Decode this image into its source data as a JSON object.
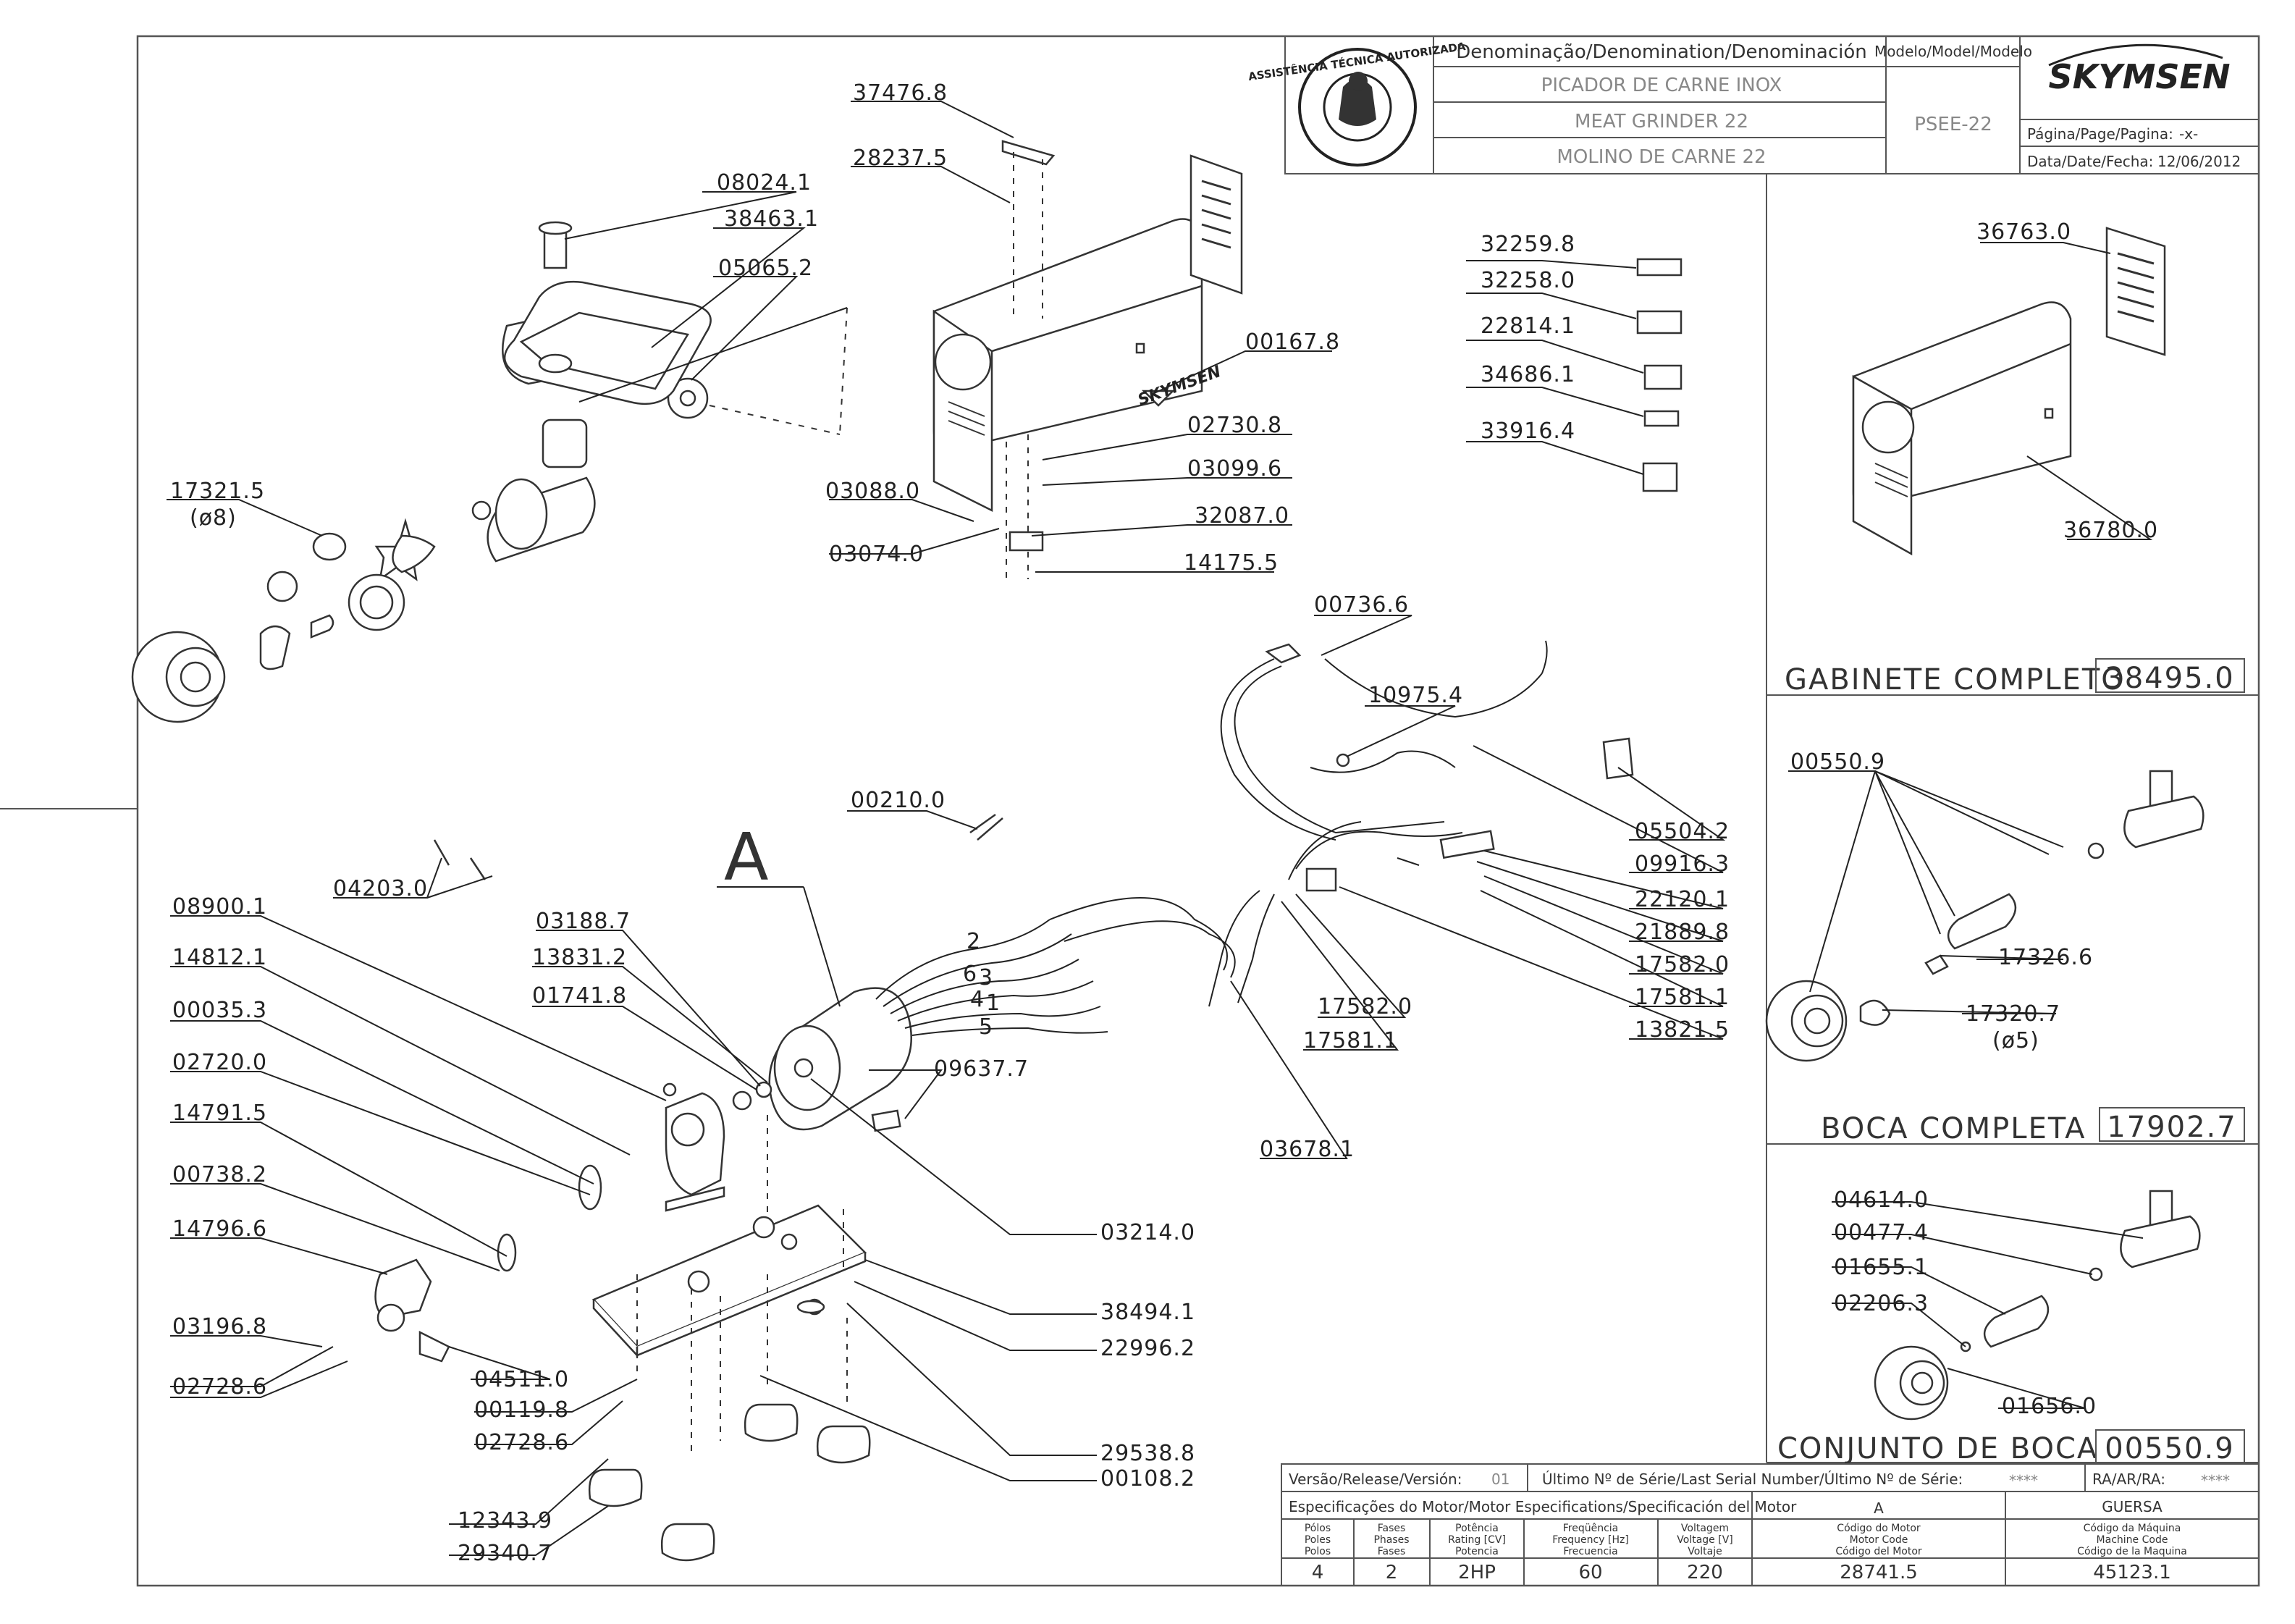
{
  "title_block": {
    "denomination_header": "Denominação/Denomination/Denominación",
    "name_pt": "PICADOR DE CARNE INOX",
    "name_en": "MEAT GRINDER 22",
    "name_es": "MOLINO DE CARNE 22",
    "model_header": "Modelo/Model/Modelo",
    "model": "PSEE-22",
    "brand": "SKYMSEN",
    "page_label": "Página/Page/Pagina:",
    "page_value": "-x-",
    "date_label": "Data/Date/Fecha:",
    "date_value": "12/06/2012",
    "badge_text": "ASSISTÊNCIA TÉCNICA AUTORIZADA"
  },
  "sections": {
    "gabinete": {
      "label": "GABINETE COMPLETO",
      "code": "38495.0"
    },
    "boca": {
      "label": "BOCA COMPLETA",
      "code": "17902.7"
    },
    "conjunto": {
      "label": "CONJUNTO DE BOCA",
      "code": "00550.9"
    }
  },
  "detail_letter": "A",
  "wire_numbers": [
    "2",
    "6",
    "3",
    "4",
    "1",
    "5"
  ],
  "parts": {
    "p37476_8": "37476.8",
    "p28237_5": "28237.5",
    "p08024_1": "08024.1",
    "p38463_1": "38463.1",
    "p05065_2": "05065.2",
    "p17321_5": "17321.5",
    "p17321_5_dia": "(ø8)",
    "p00167_8": "00167.8",
    "p02730_8": "02730.8",
    "p03099_6": "03099.6",
    "p03088_0": "03088.0",
    "p32087_0": "32087.0",
    "p03074_0": "03074.0",
    "p14175_5": "14175.5",
    "p32259_8": "32259.8",
    "p32258_0": "32258.0",
    "p22814_1": "22814.1",
    "p34686_1": "34686.1",
    "p33916_4": "33916.4",
    "p36763_0": "36763.0",
    "p36780_0": "36780.0",
    "p00736_6": "00736.6",
    "p10975_4": "10975.4",
    "p05504_2": "05504.2",
    "p09916_3": "09916.3",
    "p22120_1": "22120.1",
    "p21889_8": "21889.8",
    "p17582_0a": "17582.0",
    "p17581_1a": "17581.1",
    "p13821_5": "13821.5",
    "p17582_0b": "17582.0",
    "p17581_1b": "17581.1",
    "p03678_1": "03678.1",
    "p00210_0": "00210.0",
    "p04203_0": "04203.0",
    "p03188_7": "03188.7",
    "p13831_2": "13831.2",
    "p01741_8": "01741.8",
    "p08900_1": "08900.1",
    "p14812_1": "14812.1",
    "p00035_3": "00035.3",
    "p02720_0": "02720.0",
    "p14791_5": "14791.5",
    "p00738_2": "00738.2",
    "p14796_6": "14796.6",
    "p03196_8": "03196.8",
    "p02728_6a": "02728.6",
    "p04511_0": "04511.0",
    "p00119_8": "00119.8",
    "p02728_6b": "02728.6",
    "p12343_9": "12343.9",
    "p29340_7": "29340.7",
    "p09637_7": "09637.7",
    "p03214_0": "03214.0",
    "p38494_1": "38494.1",
    "p22996_2": "22996.2",
    "p29538_8": "29538.8",
    "p00108_2": "00108.2",
    "p00550_9": "00550.9",
    "p17326_6": "17326.6",
    "p17320_7": "17320.7",
    "p17320_7_dia": "(ø5)",
    "p04614_0": "04614.0",
    "p00477_4": "00477.4",
    "p01655_1": "01655.1",
    "p02206_3": "02206.3",
    "p01656_0": "01656.0"
  },
  "spec_block": {
    "version_label": "Versão/Release/Versión:",
    "version_value": "01",
    "serial_label": "Último Nº de Série/Last Serial Number/Último Nº de Série:",
    "serial_value": "****",
    "ra_label": "RA/AR/RA:",
    "ra_value": "****",
    "motor_spec_header": "Especificações do Motor/Motor Especifications/Specificación del Motor",
    "motor_supplier": "A",
    "machine_supplier": "GUERSA",
    "col_poles": [
      "Pólos",
      "Poles",
      "Polos"
    ],
    "col_phases": [
      "Fases",
      "Phases",
      "Fases"
    ],
    "col_power": [
      "Potência",
      "Rating [CV]",
      "Potencia"
    ],
    "col_freq": [
      "Freqüência",
      "Frequency [Hz]",
      "Frecuencia"
    ],
    "col_volt": [
      "Voltagem",
      "Voltage [V]",
      "Voltaje"
    ],
    "col_motor_code": [
      "Código do Motor",
      "Motor Code",
      "Código del Motor"
    ],
    "col_machine_code": [
      "Código da Máquina",
      "Machine Code",
      "Código de la Maquina"
    ],
    "poles": "4",
    "phases": "2",
    "power": "2HP",
    "frequency": "60",
    "voltage": "220",
    "motor_code": "28741.5",
    "machine_code": "45123.1"
  }
}
